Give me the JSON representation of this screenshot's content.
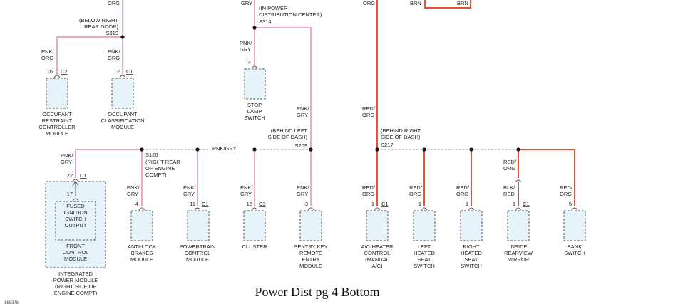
{
  "caption": "Power Dist pg 4 Bottom",
  "figure_id": "169378",
  "colors": {
    "pink_wire": "#f4a7b9",
    "red_wire": "#ef4e36",
    "dark_wire": "#8a6a6a",
    "connector_fill": "#e7f3fb",
    "connector_stroke": "#555555",
    "splice_dot": "#111111",
    "dashed_bus": "#9a9a9a"
  },
  "wire_labels": {
    "top_org": "ORG",
    "top_gry": "GRY",
    "top_red_org": "ORG",
    "brn_left": "BRN",
    "brn_right": "BRN",
    "occ_restraint": [
      "PNK/",
      "ORG"
    ],
    "occ_class": [
      "PNK/",
      "ORG"
    ],
    "stop_lamp": [
      "PNK/",
      "GRY"
    ],
    "s314_down": [
      "PNK/",
      "GRY"
    ],
    "bus_pnk_gry": "PNK/GRY",
    "fcm": [
      "PNK/",
      "GRY"
    ],
    "abs": [
      "PNK/",
      "GRY"
    ],
    "pcm": [
      "PNK/",
      "GRY"
    ],
    "cluster": [
      "PNK/",
      "GRY"
    ],
    "sentry": [
      "PNK/",
      "GRY"
    ],
    "s217_up": [
      "RED/",
      "ORG"
    ],
    "ac": [
      "RED/",
      "ORG"
    ],
    "lhs": [
      "RED/",
      "ORG"
    ],
    "rhs": [
      "RED/",
      "ORG"
    ],
    "mirror_top": [
      "RED/",
      "ORG"
    ],
    "mirror_bottom": [
      "BLK/",
      "RED"
    ],
    "bank": [
      "RED/",
      "ORG"
    ]
  },
  "splices": {
    "s313": {
      "name": "S313",
      "location": [
        "(BELOW RIGHT",
        "REAR DOOR)"
      ]
    },
    "s314": {
      "name": "S314",
      "location": [
        "(IN POWER",
        "DISTRIBUTION CENTER)"
      ]
    },
    "s126": {
      "name": "S126",
      "location": [
        "(RIGHT REAR",
        "OF ENGINE",
        "COMPT)"
      ]
    },
    "s209": {
      "name": "S209",
      "location": [
        "(BEHIND LEFT",
        "SIDE OF DASH)"
      ]
    },
    "s217": {
      "name": "S217",
      "location": [
        "(BEHIND RIGHT",
        "SIDE OF DASH)"
      ]
    }
  },
  "components": {
    "occ_restraint": {
      "pin": "16",
      "conn": "C2",
      "label": [
        "OCCUPANT",
        "RESTRAINT",
        "CONTROLLER",
        "MODULE"
      ]
    },
    "occ_class": {
      "pin": "2",
      "conn": "C1",
      "label": [
        "OCCUPANT",
        "CLASSIFICATION",
        "MODULE"
      ]
    },
    "stop_lamp": {
      "pin": "4",
      "conn": "",
      "label": [
        "STOP",
        "LAMP",
        "SWITCH"
      ]
    },
    "fcm": {
      "pin": "22",
      "conn": "C1",
      "inner_pin": "17",
      "inner_label": [
        "FUSED",
        "IGNITION",
        "SWITCH",
        "OUTPUT"
      ],
      "label": [
        "FRONT",
        "CONTROL",
        "MODULE"
      ],
      "outer_label": [
        "INTEGRATED",
        "POWER MODULE",
        "(RIGHT SIDE OF",
        "ENGINE COMPT)"
      ]
    },
    "abs": {
      "pin": "4",
      "conn": "",
      "label": [
        "ANTI-LOCK",
        "BRAKES",
        "MODULE"
      ]
    },
    "pcm": {
      "pin": "11",
      "conn": "C1",
      "label": [
        "POWERTRAIN",
        "CONTROL",
        "MODULE"
      ]
    },
    "cluster": {
      "pin": "15",
      "conn": "C3",
      "label": [
        "CLUSTER"
      ]
    },
    "sentry": {
      "pin": "3",
      "conn": "",
      "label": [
        "SENTRY KEY",
        "REMOTE",
        "ENTRY",
        "MODULE"
      ]
    },
    "ac": {
      "pin": "1",
      "conn": "C1",
      "label": [
        "A/C-HEATER",
        "CONTROL",
        "(MANUAL",
        "A/C)"
      ]
    },
    "lhs": {
      "pin": "1",
      "conn": "",
      "label": [
        "LEFT",
        "HEATED",
        "SEAT",
        "SWITCH"
      ]
    },
    "rhs": {
      "pin": "1",
      "conn": "",
      "label": [
        "RIGHT",
        "HEATED",
        "SEAT",
        "SWITCH"
      ]
    },
    "mirror": {
      "pin": "1",
      "conn": "C1",
      "label": [
        "INSIDE",
        "REARVIEW",
        "MIRROR"
      ]
    },
    "bank": {
      "pin": "5",
      "conn": "",
      "label": [
        "BANK",
        "SWITCH"
      ]
    }
  }
}
